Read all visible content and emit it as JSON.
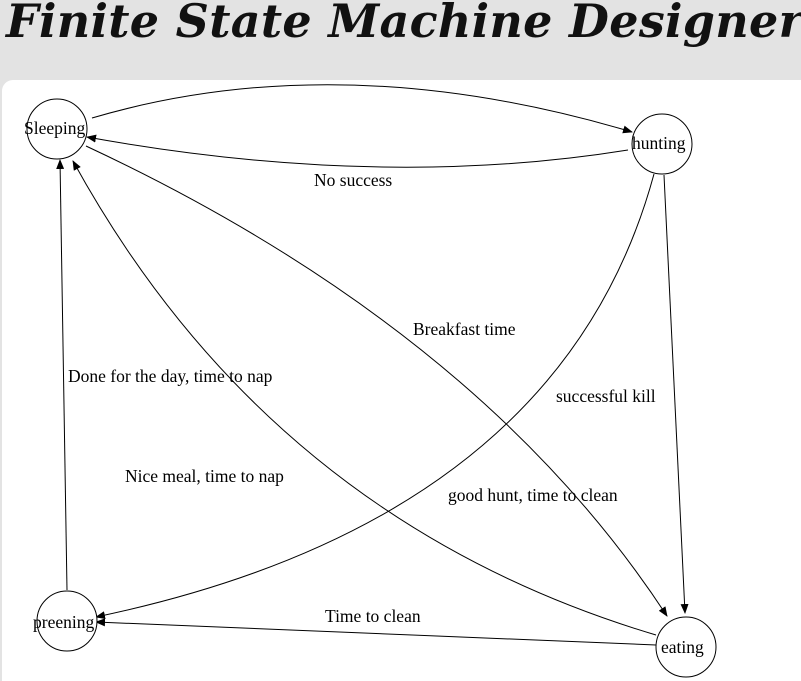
{
  "app": {
    "title": "Finite State Machine Designer"
  },
  "diagram": {
    "states": {
      "sleeping": "Sleeping",
      "hunting": "hunting",
      "preening": "preening",
      "eating": "eating"
    },
    "transitions": {
      "sleeping_to_hunting": "Breakfast time",
      "hunting_to_sleeping": "No success",
      "hunting_to_eating": "successful kill",
      "hunting_to_preening": "good hunt, time to clean",
      "eating_to_preening": "Time to clean",
      "eating_to_sleeping": "Nice meal, time to nap",
      "preening_to_sleeping": "Done for the day, time to nap"
    }
  }
}
